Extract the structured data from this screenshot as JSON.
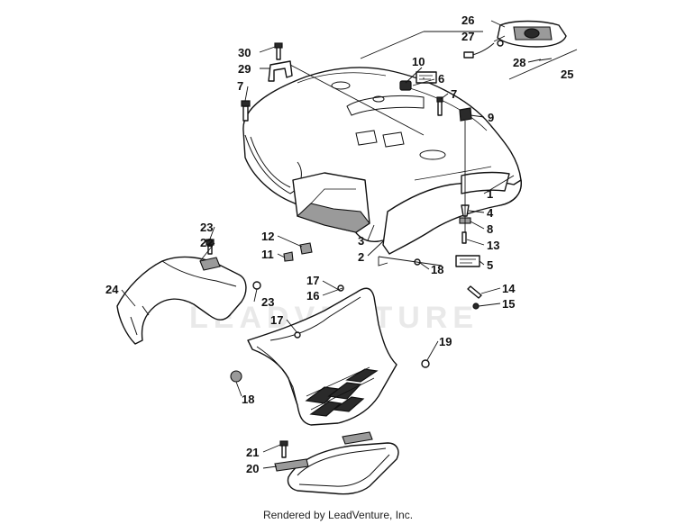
{
  "callouts": [
    "1",
    "2",
    "3",
    "4",
    "5",
    "6",
    "7",
    "7",
    "8",
    "9",
    "10",
    "11",
    "12",
    "13",
    "14",
    "15",
    "16",
    "17",
    "17",
    "18",
    "18",
    "19",
    "20",
    "21",
    "22",
    "23",
    "23",
    "24",
    "25",
    "26",
    "27",
    "28",
    "29",
    "30"
  ],
  "watermark": "LEADVENTURE",
  "footer": "Rendered by LeadVenture, Inc."
}
